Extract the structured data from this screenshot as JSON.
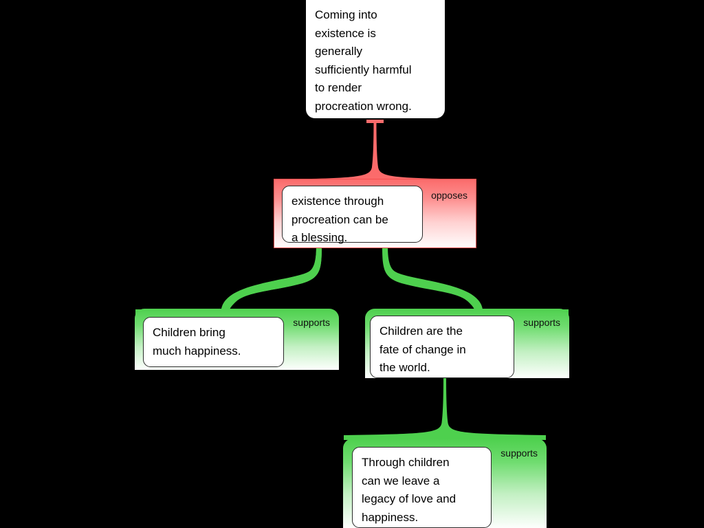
{
  "diagram": {
    "kind": "argument-map",
    "background_color": "#000000",
    "colors": {
      "opposes_accent": "#fb6b6b",
      "opposes_border": "#f4504f",
      "supports_accent": "#4ed04e",
      "card_background": "#ffffff",
      "card_border": "#2a2a2a",
      "text": "#000000"
    }
  },
  "nodes": {
    "root": {
      "id": "root-claim",
      "text": "Coming into\nexistence is\ngenerally\nsufficiently harmful\nto render\nprocreation wrong."
    },
    "objection": {
      "id": "objection-blessing",
      "relation": "opposes",
      "text": "existence through\nprocreation can be\na blessing."
    },
    "reason_happiness": {
      "id": "reason-children-happiness",
      "relation": "supports",
      "text": "Children bring\nmuch happiness."
    },
    "reason_change": {
      "id": "reason-children-change",
      "relation": "supports",
      "text": "Children are the\nfate of change in\nthe world."
    },
    "reason_legacy": {
      "id": "reason-children-legacy",
      "relation": "supports",
      "text": "Through children\ncan we leave a\nlegacy of love and\nhappiness."
    }
  },
  "edges": [
    {
      "from": "objection-blessing",
      "to": "root-claim",
      "relation": "opposes",
      "color": "#fb6b6b"
    },
    {
      "from": "reason-children-happiness",
      "to": "objection-blessing",
      "relation": "supports",
      "color": "#4ed04e"
    },
    {
      "from": "reason-children-change",
      "to": "objection-blessing",
      "relation": "supports",
      "color": "#4ed04e"
    },
    {
      "from": "reason-children-legacy",
      "to": "reason-children-change",
      "relation": "supports",
      "color": "#4ed04e"
    }
  ]
}
